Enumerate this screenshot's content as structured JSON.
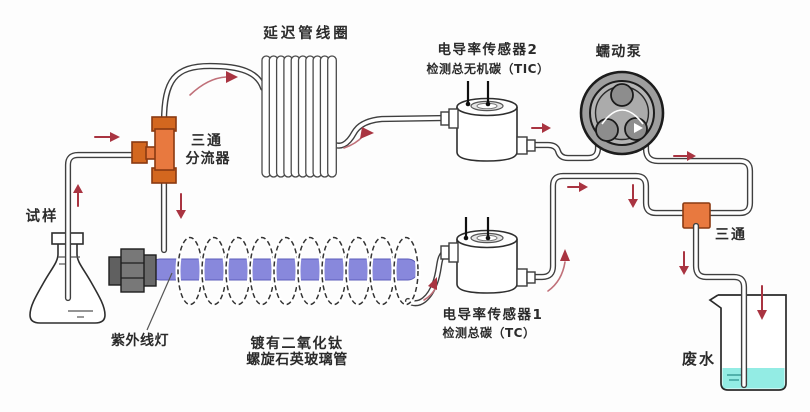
{
  "diagram": {
    "labels": {
      "delay_coil": "延迟管线圈",
      "splitter_line1": "三通",
      "splitter_line2": "分流器",
      "sample": "试样",
      "uv_lamp": "紫外线灯",
      "quartz_line1": "镀有二氧化钛",
      "quartz_line2": "螺旋石英玻璃管",
      "sensor2_title": "电导率传感器2",
      "sensor2_sub": "检测总无机碳（TIC）",
      "sensor1_title": "电导率传感器1",
      "sensor1_sub": "检测总碳（TC）",
      "pump": "蠕动泵",
      "tee": "三通",
      "waste": "废水"
    },
    "colors": {
      "fitting_orange": "#e8793f",
      "fitting_orange_dark": "#d3671f",
      "uv_tube_blue": "#8888dc",
      "liquid_cyan": "#93ece4",
      "arrow_red": "#a93441",
      "pump_gray": "#9e9e9e",
      "tube_outline": "#3f3f3f"
    }
  }
}
